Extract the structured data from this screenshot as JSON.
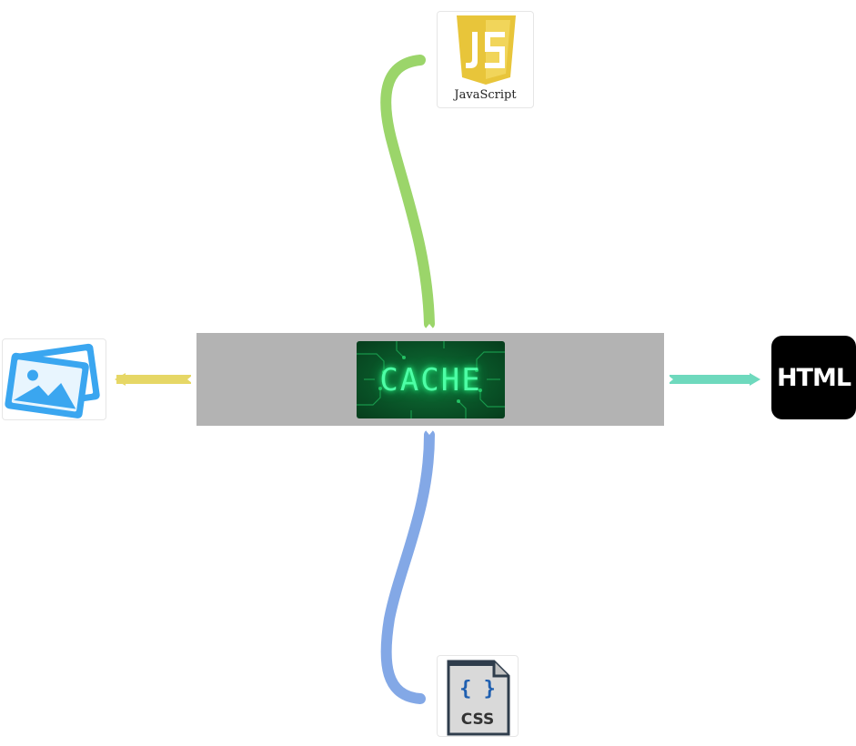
{
  "center": {
    "label": "CACHE"
  },
  "nodes": {
    "javascript": {
      "caption": "JavaScript",
      "logo_letters": "JS"
    },
    "html": {
      "label": "HTML"
    },
    "css": {
      "label": "CSS",
      "brace": "{ }"
    },
    "image": {
      "icon": "image-icon"
    }
  },
  "colors": {
    "bar": "#b3b3b3",
    "link_javascript": "#9bd56a",
    "link_css": "#83a8e6",
    "link_image": "#e6d766",
    "link_html": "#6ed9bd",
    "js_shield": "#e8c53a",
    "html_tile": "#000000",
    "image_icon": "#3aa6f0"
  }
}
